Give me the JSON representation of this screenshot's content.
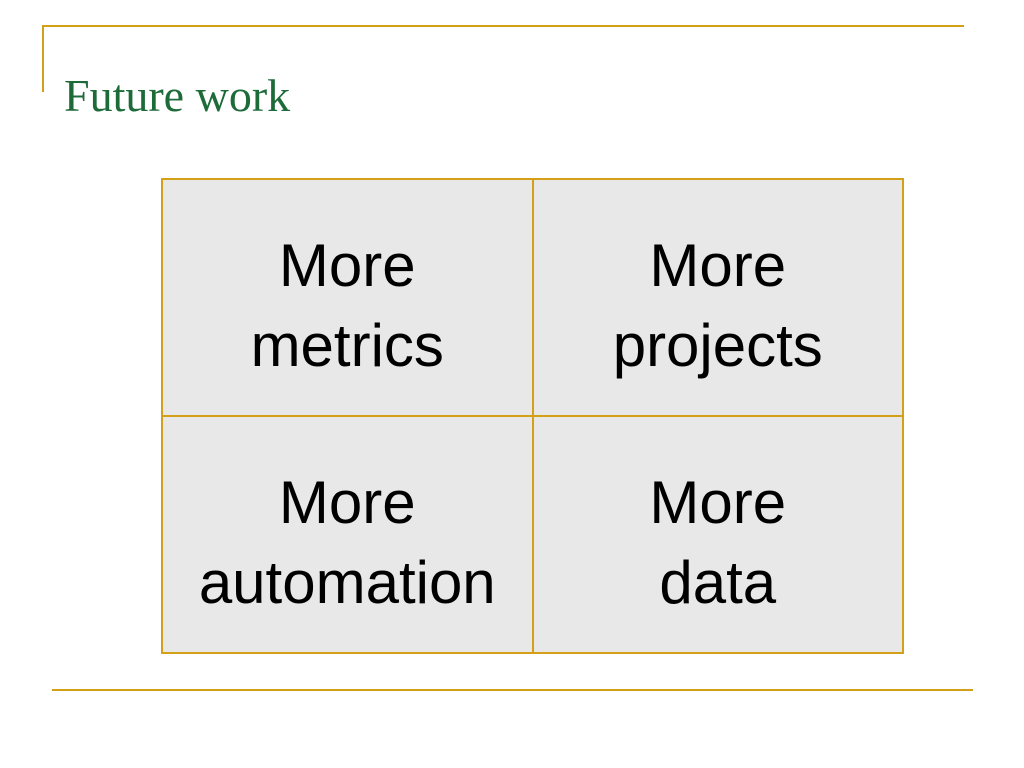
{
  "slide": {
    "title": "Future work"
  },
  "grid": {
    "rows": [
      [
        {
          "line1": "More",
          "line2": "metrics"
        },
        {
          "line1": "More",
          "line2": "projects"
        }
      ],
      [
        {
          "line1": "More",
          "line2": "automation"
        },
        {
          "line1": "More",
          "line2": "data"
        }
      ]
    ]
  },
  "colors": {
    "title": "#1e6b3a",
    "accent_rule": "#d4a017",
    "cell_border": "#d4a017",
    "cell_background": "#e8e8e8",
    "cell_text": "#000000"
  }
}
